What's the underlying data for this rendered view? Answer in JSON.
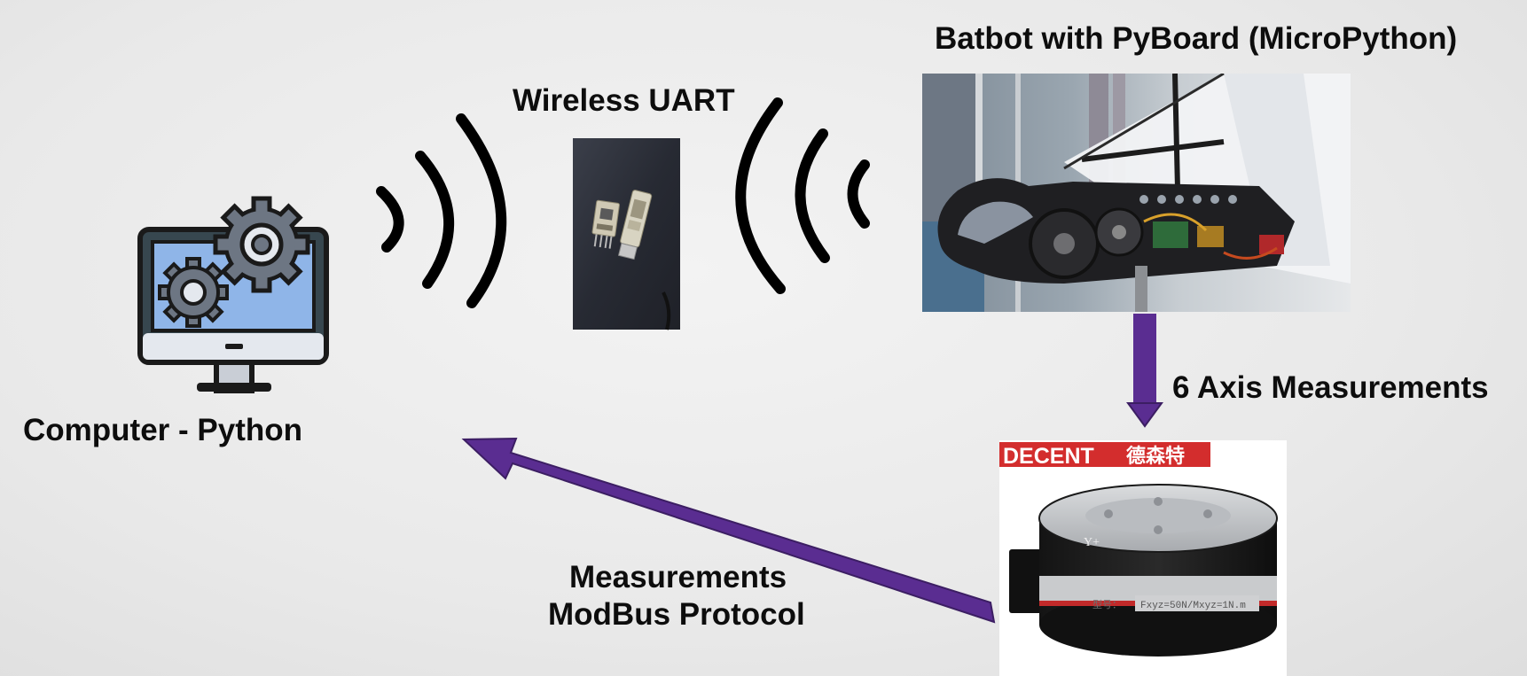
{
  "labels": {
    "computer": "Computer - Python",
    "wireless": "Wireless UART",
    "batbot": "Batbot with PyBoard (MicroPython)",
    "axis": "6 Axis Measurements",
    "measurements_line1": "Measurements",
    "measurements_line2": "ModBus Protocol"
  },
  "sensor": {
    "brand": "DECENT",
    "brand_cn": "德森特",
    "axis_mark": "Y+",
    "spec": "Fxyz=50N/Mxyz=1N.m",
    "spec_prefix": "型号："
  },
  "colors": {
    "arrow": "#5a2d91",
    "text": "#0d0d0d",
    "brand_red": "#d32d2d"
  },
  "icons": {
    "computer": "monitor-with-gears-icon",
    "signal_left": "wireless-waves-icon",
    "signal_right": "wireless-waves-icon"
  }
}
